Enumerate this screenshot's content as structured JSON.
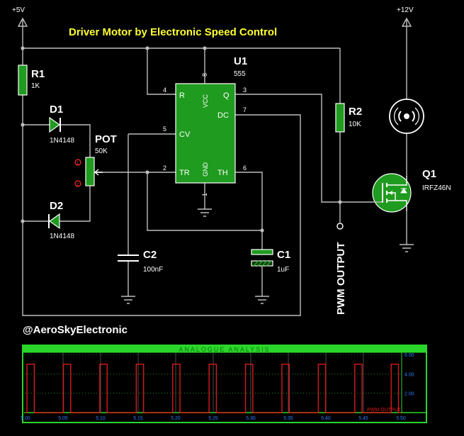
{
  "title": "Driver Motor by Electronic Speed Control",
  "credit": "@AeroSkyElectronic",
  "supplies": {
    "v5": "+5V",
    "v12": "+12V"
  },
  "colors": {
    "wire": "#bdbdbd",
    "component": "#1f9b1f",
    "title": "#ffff33",
    "trace": "#d81b1b",
    "panel_border": "#2bd62b"
  },
  "components": {
    "R1": {
      "ref": "R1",
      "value": "1K"
    },
    "R2": {
      "ref": "R2",
      "value": "10K"
    },
    "D1": {
      "ref": "D1",
      "value": "1N4148"
    },
    "D2": {
      "ref": "D2",
      "value": "1N4148"
    },
    "POT": {
      "ref": "POT",
      "value": "50K"
    },
    "C1": {
      "ref": "C1",
      "value": "1uF"
    },
    "C2": {
      "ref": "C2",
      "value": "100nF"
    },
    "U1": {
      "ref": "U1",
      "value": "555"
    },
    "Q1": {
      "ref": "Q1",
      "value": "IRFZ46N"
    }
  },
  "ic_pins": {
    "r": "R",
    "vcc": "VCC",
    "q": "Q",
    "dc": "DC",
    "cv": "CV",
    "tr": "TR",
    "gnd": "GND",
    "th": "TH",
    "n4": "4",
    "n8": "8",
    "n3": "3",
    "n7": "7",
    "n5": "5",
    "n2": "2",
    "n6": "6",
    "n1": "1"
  },
  "pot_pins": {
    "p1": "1",
    "p2": "2"
  },
  "output_label": "PWM OUTPUT",
  "graph": {
    "title": "ANALOGUE ANALYSIS",
    "trace_label": "PWM OUTPUT",
    "chart_data": {
      "type": "line",
      "x_ticks": [
        "5.00",
        "5.05",
        "5.10",
        "5.15",
        "5.20",
        "5.25",
        "5.30",
        "5.35",
        "5.40",
        "5.45",
        "5.50"
      ],
      "y_ticks": [
        "6.00",
        "4.00",
        "2.00"
      ],
      "xlim": [
        5.0,
        5.5
      ],
      "ylim": [
        0,
        6
      ],
      "period": 0.0485,
      "duty": 0.2,
      "high": 5.0,
      "low": 0.0,
      "first_rise": 5.002
    }
  }
}
